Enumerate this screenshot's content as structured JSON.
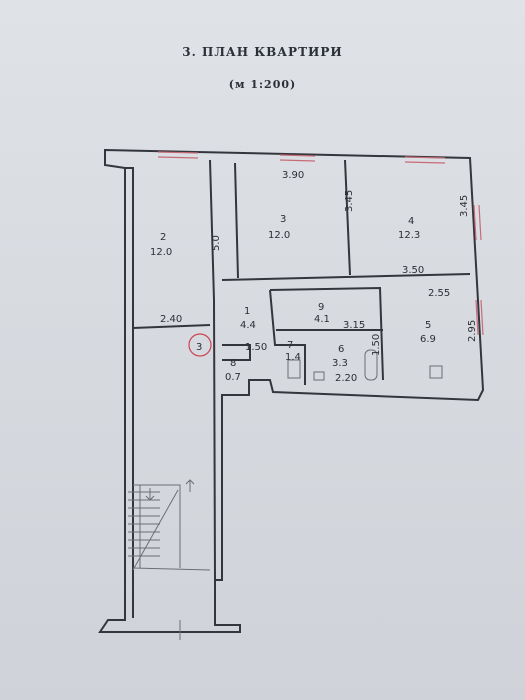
{
  "header": {
    "title": "3. ПЛАН КВАРТИРИ",
    "scale": "(м 1:200)"
  },
  "rooms": [
    {
      "id": "2",
      "area": "12.0"
    },
    {
      "id": "3",
      "area": "12.0"
    },
    {
      "id": "4",
      "area": "12.3"
    },
    {
      "id": "1",
      "area": "4.4"
    },
    {
      "id": "9",
      "area": "4.1"
    },
    {
      "id": "5",
      "area": "6.9"
    },
    {
      "id": "7",
      "area": "1.4"
    },
    {
      "id": "6",
      "area": "3.3"
    },
    {
      "id": "8",
      "area": "0.7"
    }
  ],
  "dimensions": {
    "d_390": "3.90",
    "d_500": "5.0",
    "d_345a": "3.45",
    "d_345b": "3.45",
    "d_350": "3.50",
    "d_255": "2.55",
    "d_240": "2.40",
    "d_315": "3.15",
    "d_295": "2.95",
    "d_150": "1.50",
    "d_220": "2.20",
    "d_150b": "1.50"
  },
  "marker": {
    "label": "3",
    "color": "#c9454f"
  }
}
